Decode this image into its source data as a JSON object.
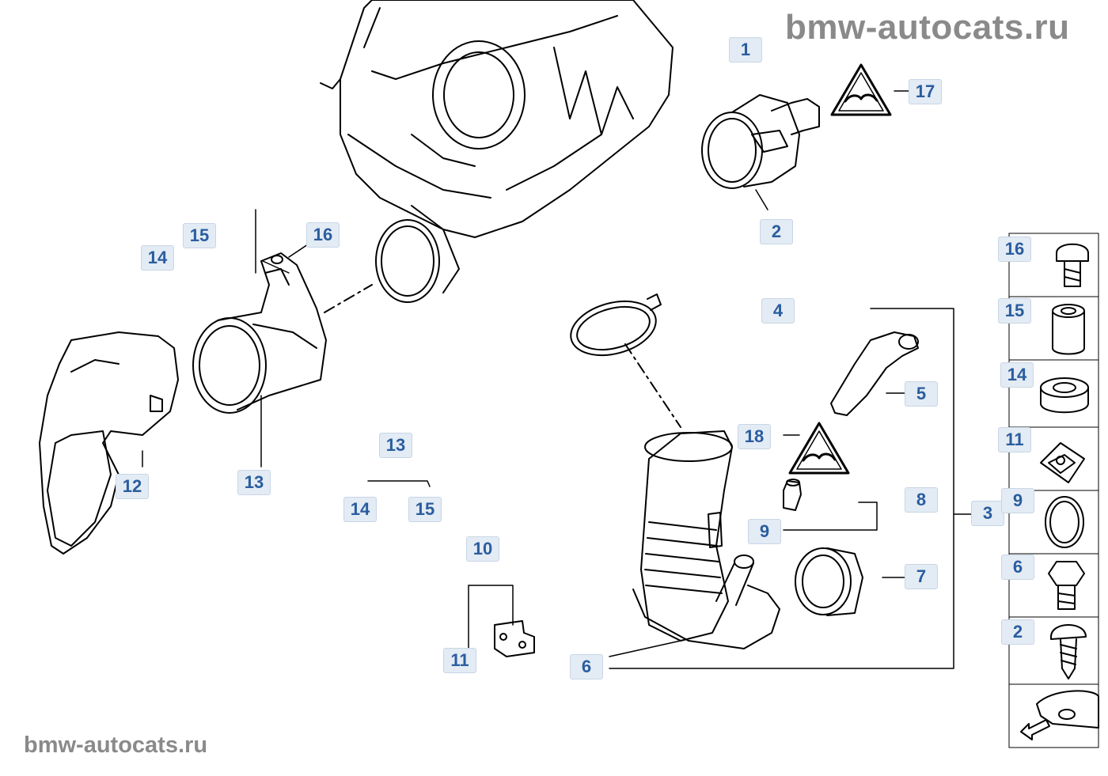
{
  "watermark": {
    "top": "bmw-autocats.ru",
    "bottom": "bmw-autocats.ru"
  },
  "callouts": {
    "c1": "1",
    "c2": "2",
    "c3": "3",
    "c4": "4",
    "c5": "5",
    "c6": "6",
    "c7": "7",
    "c8": "8",
    "c9": "9",
    "c10": "10",
    "c11": "11",
    "c12": "12",
    "c13a": "13",
    "c13b": "13",
    "c14a": "14",
    "c14b": "14",
    "c15a": "15",
    "c15b": "15",
    "c16": "16",
    "c17": "17",
    "c18": "18"
  },
  "legend": [
    {
      "label": "16",
      "icon": "bolt-icon"
    },
    {
      "label": "15",
      "icon": "bushing-icon"
    },
    {
      "label": "14",
      "icon": "grommet-icon"
    },
    {
      "label": "11",
      "icon": "clip-nut-icon"
    },
    {
      "label": "9",
      "icon": "seal-ring-icon"
    },
    {
      "label": "6",
      "icon": "hex-bolt-icon"
    },
    {
      "label": "2",
      "icon": "screw-icon"
    },
    {
      "label": "",
      "icon": "vehicle-location-icon"
    }
  ],
  "colors": {
    "callout_bg": "#e3ebf4",
    "callout_text": "#2a5d9f",
    "watermark": "#8a8a8a",
    "line": "#000000"
  }
}
